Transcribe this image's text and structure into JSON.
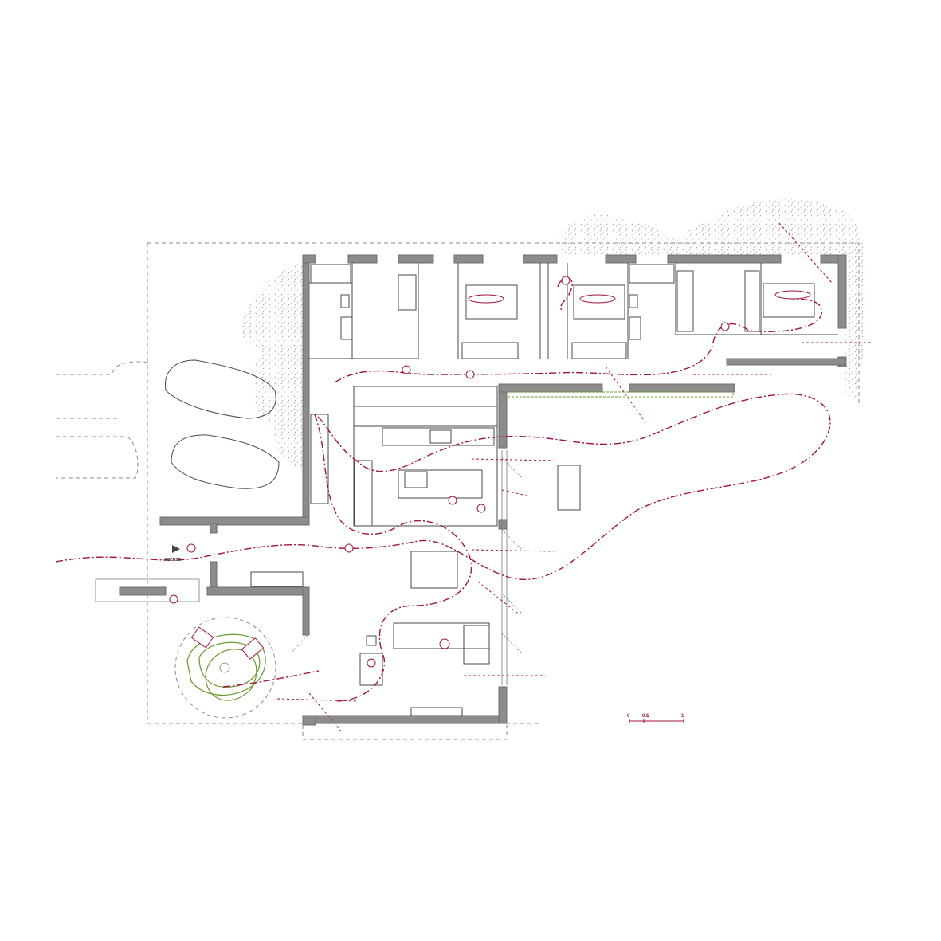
{
  "plan": {
    "access_label": "ACCESO",
    "scale": {
      "labels": [
        "0",
        "0.5",
        "1"
      ]
    },
    "colors": {
      "walls": "#8c8c8c",
      "circulation": "#a3143c",
      "vegetation": "#6a9a2a",
      "gravel": "#b5b5b5"
    }
  }
}
